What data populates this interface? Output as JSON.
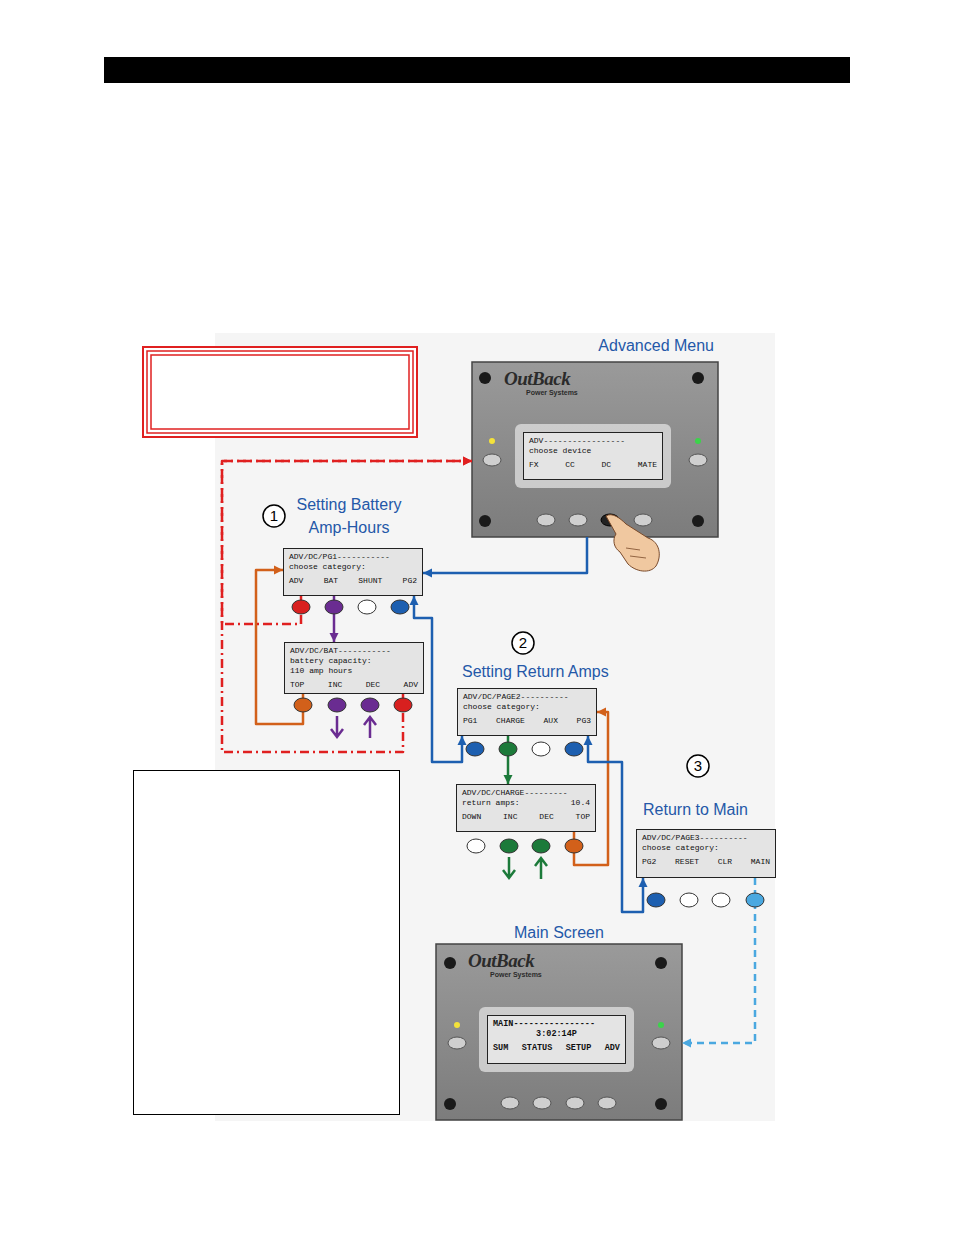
{
  "diagram": {
    "nodes": [
      {
        "text": [
          "OutBack",
          "Power Systems"
        ]
      },
      {
        "text": [
          "ADV-----------------",
          "choose device",
          "FX",
          "CC",
          "DC",
          "MATE"
        ],
        "in": 0
      },
      {
        "text": [
          "ADV/DC/PG1-----------",
          "choose category:",
          "ADV",
          "BAT",
          "SHUNT",
          "PG2"
        ]
      },
      {
        "text": [
          "ADV/DC/BAT-----------",
          "battery capacity:",
          "110 amp hours",
          "TOP",
          "INC",
          "DEC",
          "ADV"
        ]
      },
      {
        "text": [
          "ADV/DC/PAGE2----------",
          "choose category:",
          "PG1",
          "CHARGE",
          "AUX",
          "PG3"
        ]
      },
      {
        "text": [
          "ADV/DC/CHARGE---------",
          "return amps:",
          "10.4",
          "DOWN",
          "INC",
          "DEC",
          "TOP"
        ]
      },
      {
        "text": [
          "ADV/DC/PAGE3----------",
          "choose category:",
          "PG2",
          "RESET",
          "CLR",
          "MAIN"
        ]
      },
      {
        "text": [
          "OutBack",
          "Power Systems"
        ]
      },
      {
        "text": [
          "MAIN----------------",
          "3:02:14P",
          "SUM",
          "STATUS",
          "SETUP",
          "ADV"
        ],
        "in": 7
      }
    ],
    "edges": [
      {
        "from": 0,
        "to": 2,
        "arrow": "to"
      },
      {
        "from": 2,
        "to": 3,
        "arrow": "to"
      },
      {
        "from": 3,
        "to": 2,
        "arrow": "to"
      },
      {
        "from": 3,
        "to": 0,
        "arrow": "to"
      },
      {
        "from": 2,
        "to": 0,
        "arrow": "to"
      },
      {
        "from": 2,
        "to": 4,
        "arrow": "both"
      },
      {
        "from": 4,
        "to": 5,
        "arrow": "to"
      },
      {
        "from": 5,
        "to": 4,
        "arrow": "to"
      },
      {
        "from": 4,
        "to": 6,
        "arrow": "both"
      },
      {
        "from": 6,
        "to": 7,
        "arrow": "to"
      }
    ],
    "labels": [
      "Advanced Menu",
      "1",
      "Setting Battery Amp-Hours",
      "2",
      "Setting Return Amps",
      "3",
      "Return to Main",
      "Main Screen"
    ]
  }
}
